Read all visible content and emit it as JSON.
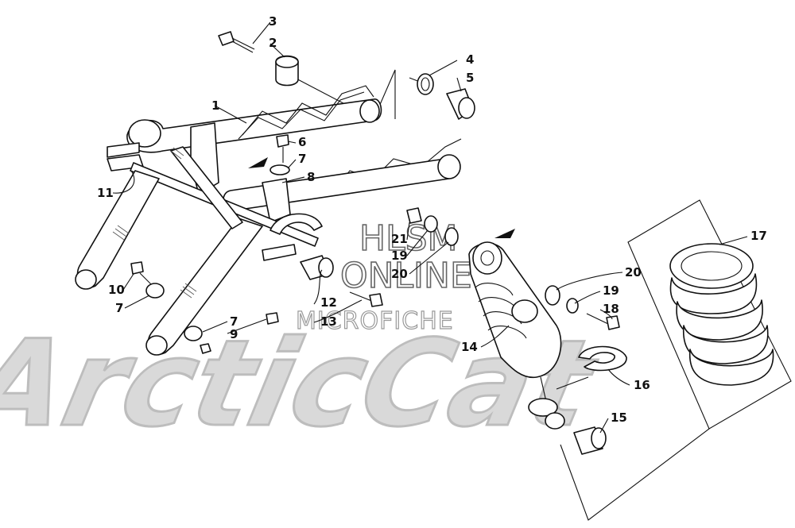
{
  "watermark": {
    "brand": "ArcticCat",
    "line1": "HLSM",
    "line2": "ONLINE",
    "line3": "MICROFICHE"
  },
  "callouts": [
    {
      "id": "c-3a",
      "label": "3"
    },
    {
      "id": "c-2",
      "label": "2"
    },
    {
      "id": "c-4",
      "label": "4"
    },
    {
      "id": "c-5",
      "label": "5"
    },
    {
      "id": "c-1",
      "label": "1"
    },
    {
      "id": "c-6",
      "label": "6"
    },
    {
      "id": "c-7a",
      "label": "7"
    },
    {
      "id": "c-8",
      "label": "8"
    },
    {
      "id": "c-11",
      "label": "11"
    },
    {
      "id": "c-10",
      "label": "10"
    },
    {
      "id": "c-7b",
      "label": "7"
    },
    {
      "id": "c-7c",
      "label": "7"
    },
    {
      "id": "c-9",
      "label": "9"
    },
    {
      "id": "c-12",
      "label": "12"
    },
    {
      "id": "c-13",
      "label": "13"
    },
    {
      "id": "c-21",
      "label": "21"
    },
    {
      "id": "c-19a",
      "label": "19"
    },
    {
      "id": "c-20a",
      "label": "20"
    },
    {
      "id": "c-20b",
      "label": "20"
    },
    {
      "id": "c-19b",
      "label": "19"
    },
    {
      "id": "c-18",
      "label": "18"
    },
    {
      "id": "c-14",
      "label": "14"
    },
    {
      "id": "c-16",
      "label": "16"
    },
    {
      "id": "c-15",
      "label": "15"
    },
    {
      "id": "c-17",
      "label": "17"
    }
  ]
}
